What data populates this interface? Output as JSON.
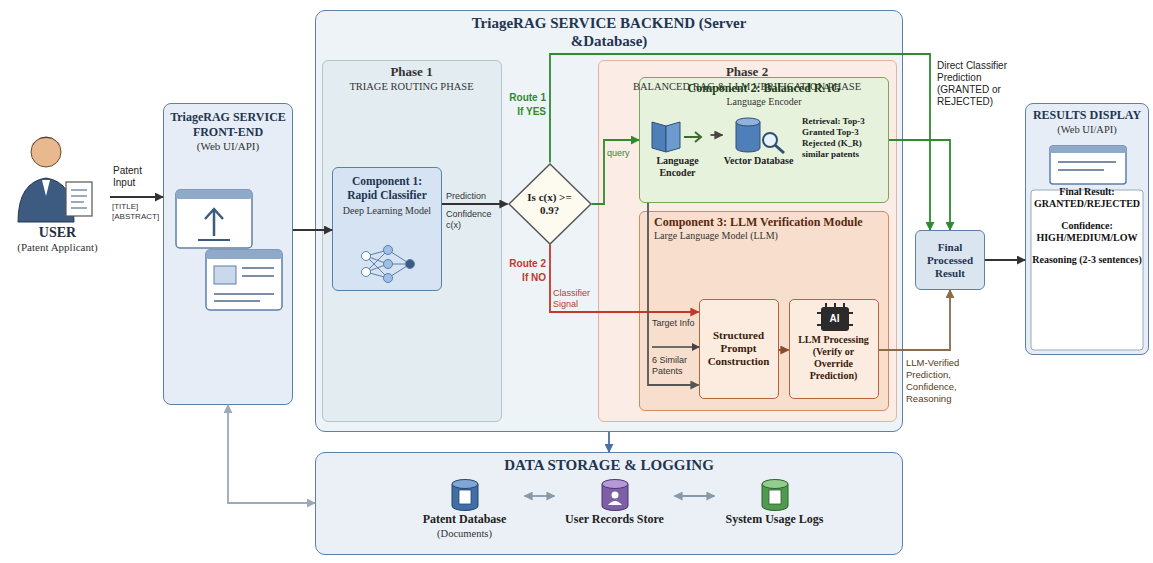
{
  "diagram": {
    "nodes": [
      {
        "text": [
          "USER",
          "(Patent Applicant)"
        ]
      },
      {
        "text": [
          "TriageRAG SERVICE FRONT-END",
          "(Web UI/API)"
        ]
      },
      {
        "text": [
          "TriageRAG SERVICE BACKEND (Server &Database)"
        ]
      },
      {
        "text": [
          "Phase 1",
          "TRIAGE ROUTING PHASE"
        ],
        "in": 2
      },
      {
        "text": [
          "Component 1: Rapid Classifier",
          "Deep Learning Model"
        ],
        "in": 3
      },
      {
        "text": [
          "Is c(x) >= 0.9?"
        ],
        "in": 2
      },
      {
        "text": [
          "Phase 2",
          "BALANCED RAG & LLM VERIFICATION PHASE"
        ],
        "in": 2
      },
      {
        "text": [
          "Component 2: Balanced RAG",
          "Language Encoder",
          "Retrieval: Top-3 Granted Top-3 Rejected (K_R) similar patents"
        ],
        "in": 6
      },
      {
        "text": [
          "Language Encoder"
        ],
        "in": 7
      },
      {
        "text": [
          "Vector Database"
        ],
        "in": 7
      },
      {
        "text": [
          "Component 3: LLM Verification Module",
          "Large Language Model (LLM)"
        ],
        "in": 6
      },
      {
        "text": [
          "Structured Prompt Construction"
        ],
        "in": 10
      },
      {
        "text": [
          "AI",
          "LLM Processing (Verify or Override Prediction)"
        ],
        "in": 10
      },
      {
        "text": [
          "Final Processed Result"
        ]
      },
      {
        "text": [
          "RESULTS DISPLAY",
          "(Web UI/API)",
          "Final Result: GRANTED/REJECTED",
          "Confidence: HIGH/MEDIUM/LOW",
          "Reasoning (2-3 sentences)"
        ]
      },
      {
        "text": [
          "DATA STORAGE & LOGGING"
        ]
      },
      {
        "text": [
          "Patent Database",
          "(Documents)"
        ],
        "in": 15
      },
      {
        "text": [
          "User Records Store"
        ],
        "in": 15
      },
      {
        "text": [
          "System Usage Logs"
        ],
        "in": 15
      }
    ],
    "edges": [
      {
        "from": 0,
        "to": 1,
        "label": "Patent Input",
        "arrow": "to"
      },
      {
        "from": 1,
        "to": 4,
        "arrow": "to"
      },
      {
        "from": 4,
        "to": 5,
        "label": "Prediction",
        "arrow": "to"
      },
      {
        "from": 5,
        "to": 13,
        "arrow": "to"
      },
      {
        "from": 5,
        "to": 7,
        "label": "query",
        "arrow": "to"
      },
      {
        "from": 5,
        "to": 11,
        "label": "Classifier Signal",
        "arrow": "to"
      },
      {
        "from": 7,
        "to": 11,
        "label": "6 Similar Patents",
        "arrow": "to"
      },
      {
        "from": 8,
        "to": 9,
        "arrow": "to"
      },
      {
        "from": 7,
        "to": 13,
        "arrow": "to"
      },
      {
        "from": 11,
        "to": 12,
        "arrow": "to"
      },
      {
        "from": 12,
        "to": 13,
        "label": "LLM-Verified Prediction, Confidence, Reasoning",
        "arrow": "to"
      },
      {
        "from": 13,
        "to": 14,
        "arrow": "to"
      },
      {
        "from": 2,
        "to": 15,
        "arrow": "to"
      },
      {
        "from": 1,
        "to": 15,
        "arrow": "both"
      },
      {
        "from": 16,
        "to": 17,
        "arrow": "both"
      },
      {
        "from": 17,
        "to": 18,
        "arrow": "both"
      }
    ],
    "labels": [
      "[TITLE] [ABSTRACT]",
      "Confidence c(x)",
      "Route 1",
      "If YES",
      "Route 2",
      "If NO",
      "Direct Classifier Prediction (GRANTED or REJECTED)",
      "Target Info"
    ]
  }
}
